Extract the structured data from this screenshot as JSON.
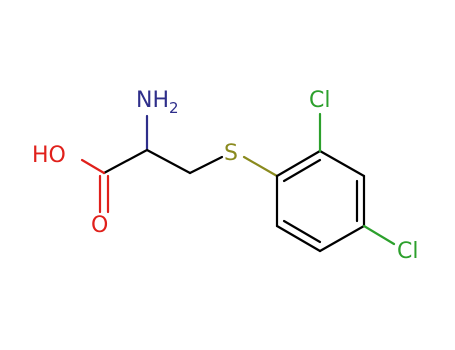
{
  "structure": {
    "atoms": {
      "amine": {
        "main": "NH",
        "subscript": "2"
      },
      "hydroxyl": "HO",
      "carbonyl_oxygen": "O",
      "sulfur": "S",
      "chlorine_ortho": "Cl",
      "chlorine_para": "Cl"
    },
    "colors": {
      "bond": "#000000",
      "nitrogen": "#2e2e8a",
      "oxygen": "#e0201b",
      "sulfur": "#8a8a1e",
      "chlorine": "#2ca02c"
    }
  }
}
